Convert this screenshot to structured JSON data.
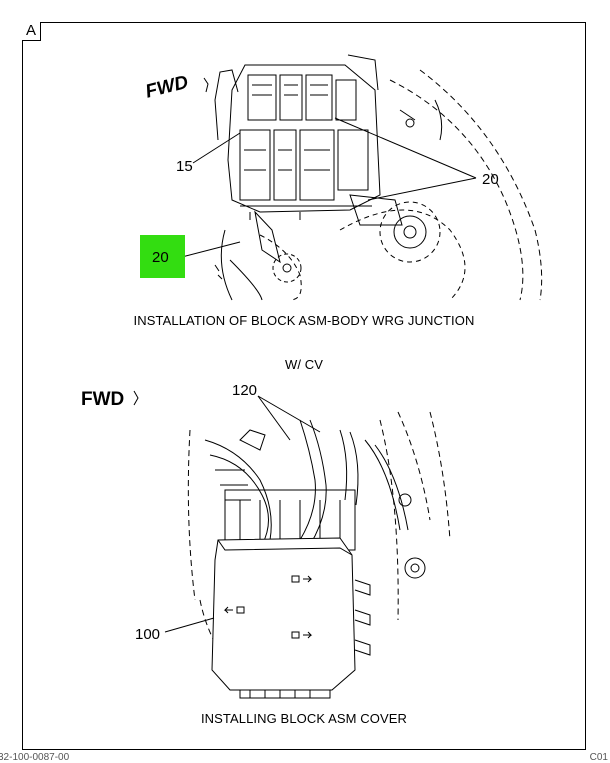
{
  "figure": {
    "view_label": "A",
    "top_caption": "INSTALLATION OF BLOCK ASM-BODY WRG JUNCTION",
    "middle_caption": "W/ CV",
    "bottom_caption": "INSTALLING BLOCK ASM COVER",
    "fwd_label": "FWD",
    "callouts": {
      "c15": "15",
      "c20_right": "20",
      "c20_highlight": "20",
      "c120": "120",
      "c100": "100"
    },
    "highlight_color": "#33dd11",
    "footer_left": "32-100-0087-00",
    "footer_right": "C01"
  }
}
